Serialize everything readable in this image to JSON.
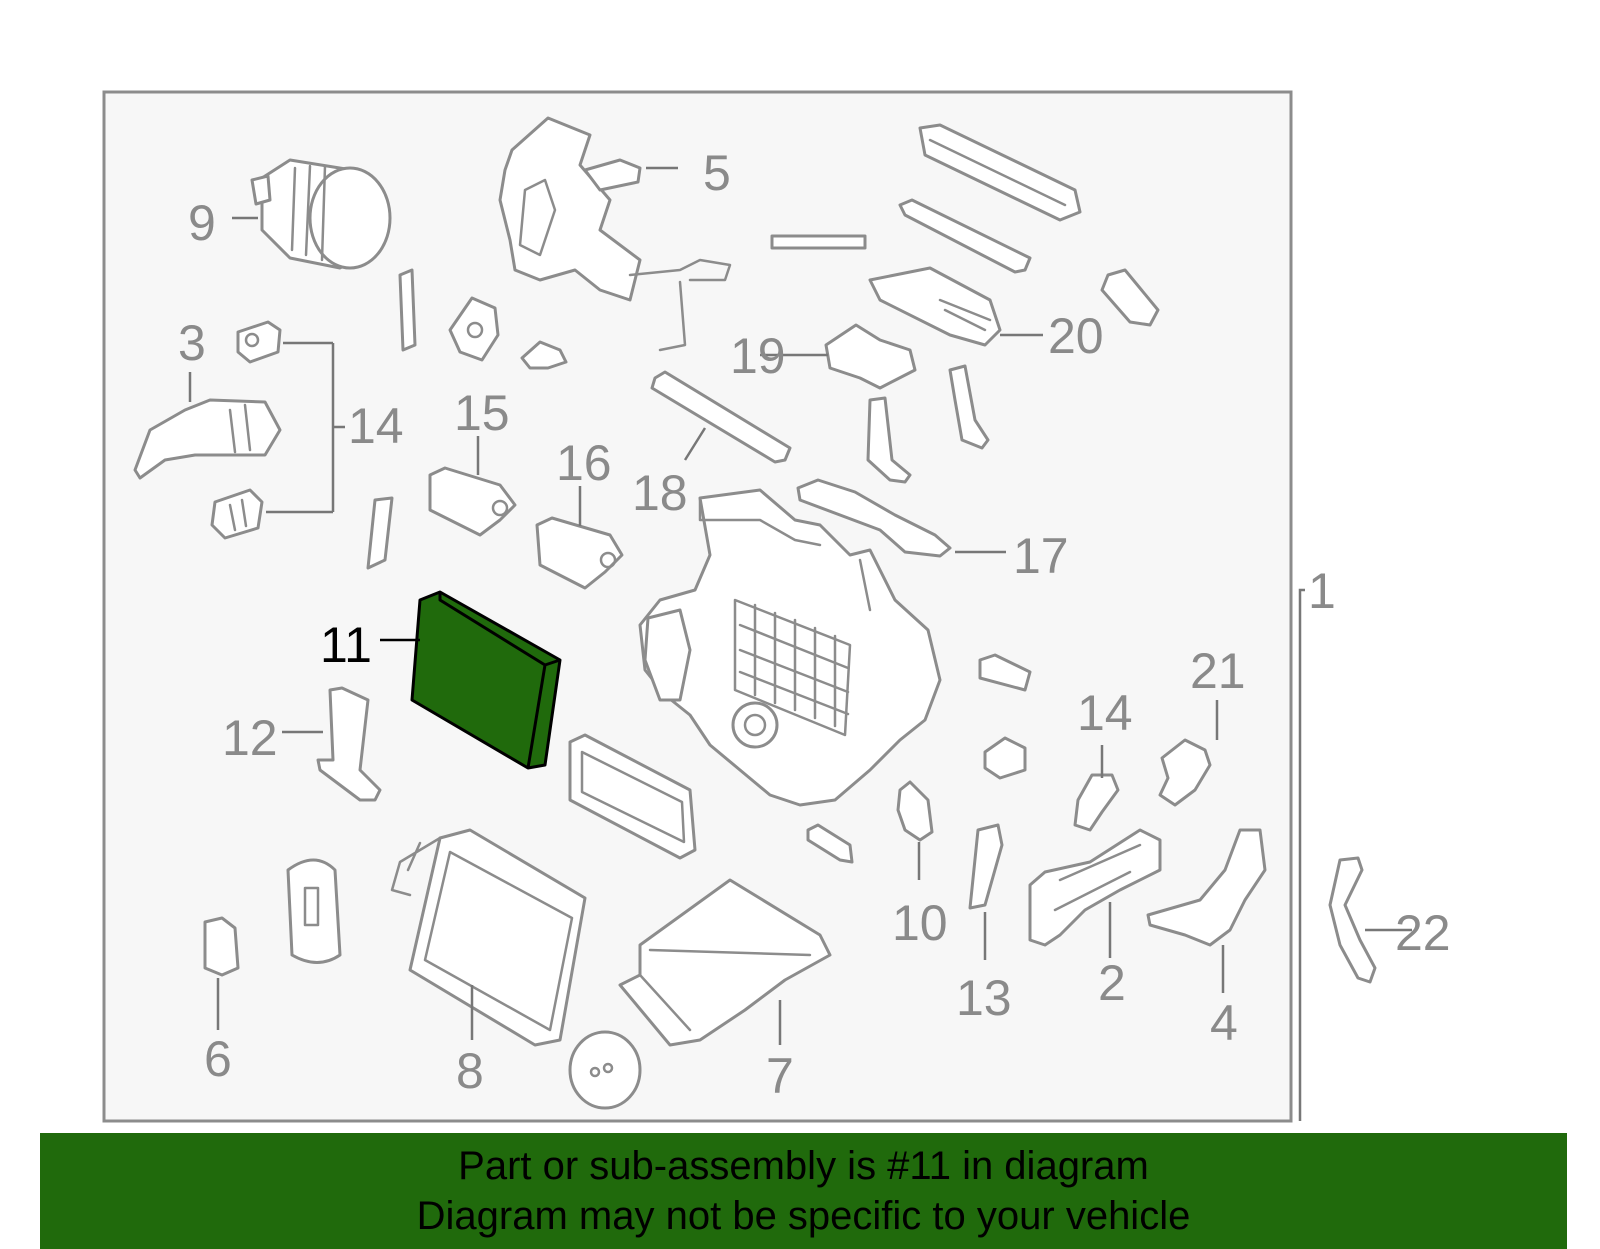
{
  "colors": {
    "highlight_fill": "#206a0c",
    "part_stroke": "#8c8c8c",
    "panel_background": "#f7f7f7",
    "banner_background": "#206a0c"
  },
  "callouts": {
    "c1": "1",
    "c2": "2",
    "c3": "3",
    "c4": "4",
    "c5": "5",
    "c6": "6",
    "c7": "7",
    "c8": "8",
    "c9": "9",
    "c10": "10",
    "c11": "11",
    "c12": "12",
    "c13": "13",
    "c14a": "14",
    "c14b": "14",
    "c15": "15",
    "c16": "16",
    "c17": "17",
    "c18": "18",
    "c19": "19",
    "c20": "20",
    "c21": "21",
    "c22": "22"
  },
  "highlighted_part": "11",
  "banner": {
    "line1": "Part or sub-assembly is #11 in diagram",
    "line2": "Diagram may not be specific to your vehicle"
  }
}
